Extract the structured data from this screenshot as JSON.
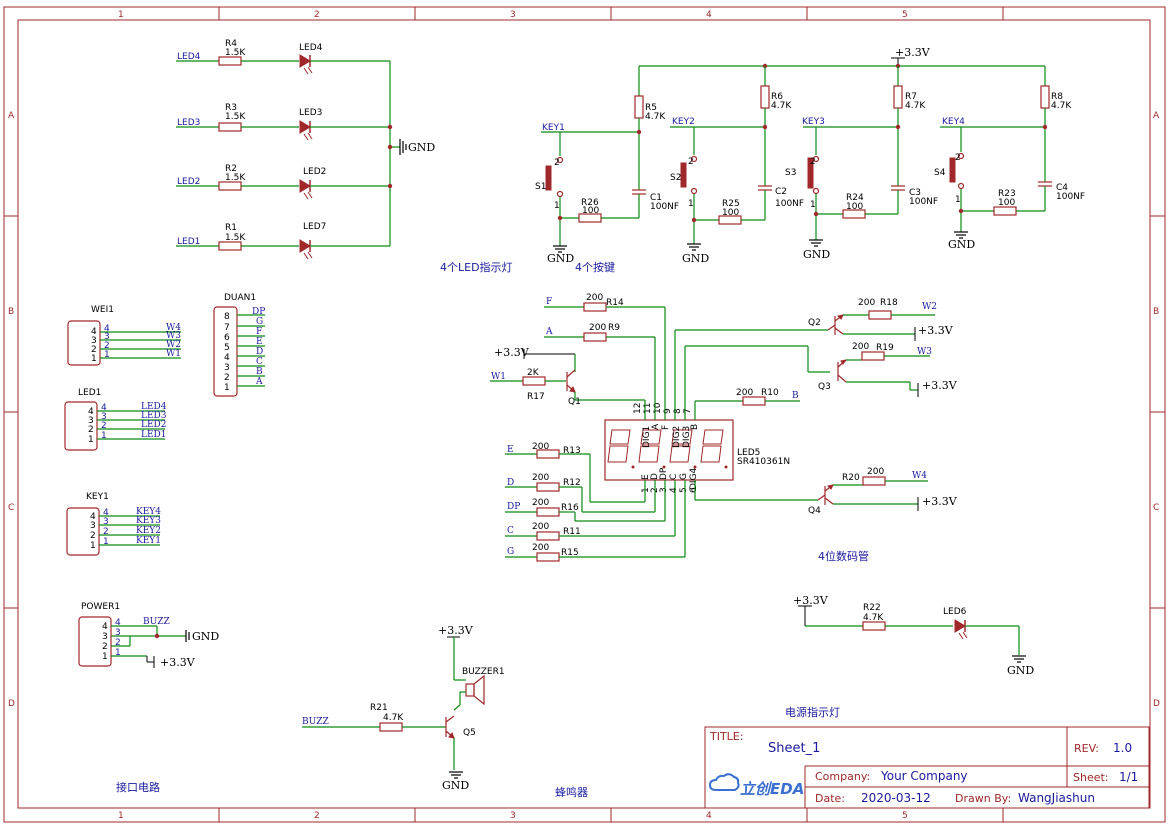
{
  "frame": {
    "columns": [
      "1",
      "2",
      "3",
      "4",
      "5"
    ],
    "rows": [
      "A",
      "B",
      "C",
      "D"
    ]
  },
  "title_block": {
    "title_label": "TITLE:",
    "title_value": "Sheet_1",
    "rev_label": "REV:",
    "rev_value": "1.0",
    "company_label": "Company:",
    "company_value": "Your Company",
    "sheet_label": "Sheet:",
    "sheet_value": "1/1",
    "date_label": "Date:",
    "date_value": "2020-03-12",
    "drawn_label": "Drawn By:",
    "drawn_value": "WangJiashun",
    "logo_text": "立创EDA"
  },
  "sections": {
    "leds": "4个LED指示灯",
    "keys": "4个按键",
    "seg": "4位数码管",
    "power_led": "电源指示灯",
    "interface": "接口电路",
    "buzzer": "蜂鸣器"
  },
  "led_block": {
    "rows": [
      {
        "net": "LED4",
        "res": "R4",
        "val": "1.5K",
        "led": "LED4"
      },
      {
        "net": "LED3",
        "res": "R3",
        "val": "1.5K",
        "led": "LED3"
      },
      {
        "net": "LED2",
        "res": "R2",
        "val": "1.5K",
        "led": "LED2"
      },
      {
        "net": "LED1",
        "res": "R1",
        "val": "1.5K",
        "led": "LED7"
      }
    ],
    "gnd": "GND"
  },
  "key_block": {
    "vcc": "+3.3V",
    "keys": [
      {
        "net": "KEY1",
        "sw": "S1",
        "pull": "R5",
        "pull_val": "4.7K",
        "res": "R26",
        "res_val": "100",
        "cap": "C1",
        "cap_val": "100NF",
        "gnd": "GND"
      },
      {
        "net": "KEY2",
        "sw": "S2",
        "pull": "R6",
        "pull_val": "4.7K",
        "res": "R25",
        "res_val": "100",
        "cap": "C2",
        "cap_val": "100NF",
        "gnd": "GND"
      },
      {
        "net": "KEY3",
        "sw": "S3",
        "pull": "R7",
        "pull_val": "4.7K",
        "res": "R24",
        "res_val": "100",
        "cap": "C3",
        "cap_val": "100NF",
        "gnd": "GND"
      },
      {
        "net": "KEY4",
        "sw": "S4",
        "pull": "R8",
        "pull_val": "4.7K",
        "res": "R23",
        "res_val": "100",
        "cap": "C4",
        "cap_val": "100NF",
        "gnd": "GND"
      }
    ],
    "pin1": "1",
    "pin2": "2"
  },
  "connectors": {
    "wei": {
      "name": "WEI1",
      "pins": [
        "4",
        "3",
        "2",
        "1"
      ],
      "nets": [
        "W4",
        "W3",
        "W2",
        "W1"
      ]
    },
    "led": {
      "name": "LED1",
      "pins": [
        "4",
        "3",
        "2",
        "1"
      ],
      "nets": [
        "LED4",
        "LED3",
        "LED2",
        "LED1"
      ]
    },
    "key": {
      "name": "KEY1",
      "pins": [
        "4",
        "3",
        "2",
        "1"
      ],
      "nets": [
        "KEY4",
        "KEY3",
        "KEY2",
        "KEY1"
      ]
    },
    "duan": {
      "name": "DUAN1",
      "pins": [
        "8",
        "7",
        "6",
        "5",
        "4",
        "3",
        "2",
        "1"
      ],
      "nets": [
        "DP",
        "G",
        "F",
        "E",
        "D",
        "C",
        "B",
        "A"
      ]
    },
    "power": {
      "name": "POWER1",
      "pins": [
        "4",
        "3",
        "2",
        "1"
      ],
      "net4": "BUZZ",
      "gnd": "GND",
      "vcc": "+3.3V"
    }
  },
  "seg_block": {
    "part": "LED5",
    "model": "SR410361N",
    "top_pins": [
      "12",
      "11",
      "10",
      "9",
      "8",
      "7"
    ],
    "top_names": [
      "DIG1",
      "A",
      "F",
      "DIG2",
      "DIG3",
      "B"
    ],
    "bot_pins": [
      "1",
      "2",
      "3",
      "4",
      "5",
      "6"
    ],
    "bot_names": [
      "E",
      "D",
      "DP",
      "C",
      "G",
      "DIG4"
    ],
    "res": [
      {
        "net": "F",
        "val": "200",
        "ref": "R14"
      },
      {
        "net": "A",
        "val": "200",
        "ref": "R9"
      },
      {
        "net": "B",
        "val": "200",
        "ref": "R10"
      },
      {
        "net": "E",
        "val": "200",
        "ref": "R13"
      },
      {
        "net": "D",
        "val": "200",
        "ref": "R12"
      },
      {
        "net": "DP",
        "val": "200",
        "ref": "R16"
      },
      {
        "net": "C",
        "val": "200",
        "ref": "R11"
      },
      {
        "net": "G",
        "val": "200",
        "ref": "R15"
      }
    ],
    "q1": {
      "ref": "Q1",
      "vcc": "+3.3V",
      "res": "R17",
      "res_val": "2K",
      "net": "W1"
    },
    "q2": {
      "ref": "Q2",
      "res": "R18",
      "res_val": "200",
      "net": "W2",
      "vcc": "+3.3V"
    },
    "q3": {
      "ref": "Q3",
      "res": "R19",
      "res_val": "200",
      "net": "W3",
      "vcc": "+3.3V"
    },
    "q4": {
      "ref": "Q4",
      "res": "R20",
      "res_val": "200",
      "net": "W4",
      "vcc": "+3.3V"
    }
  },
  "power_led": {
    "vcc": "+3.3V",
    "res": "R22",
    "res_val": "4.7K",
    "led": "LED6",
    "gnd": "GND"
  },
  "buzzer": {
    "vcc": "+3.3V",
    "part": "BUZZER1",
    "q": "Q5",
    "res": "R21",
    "res_val": "4.7K",
    "net": "BUZZ",
    "gnd": "GND"
  }
}
